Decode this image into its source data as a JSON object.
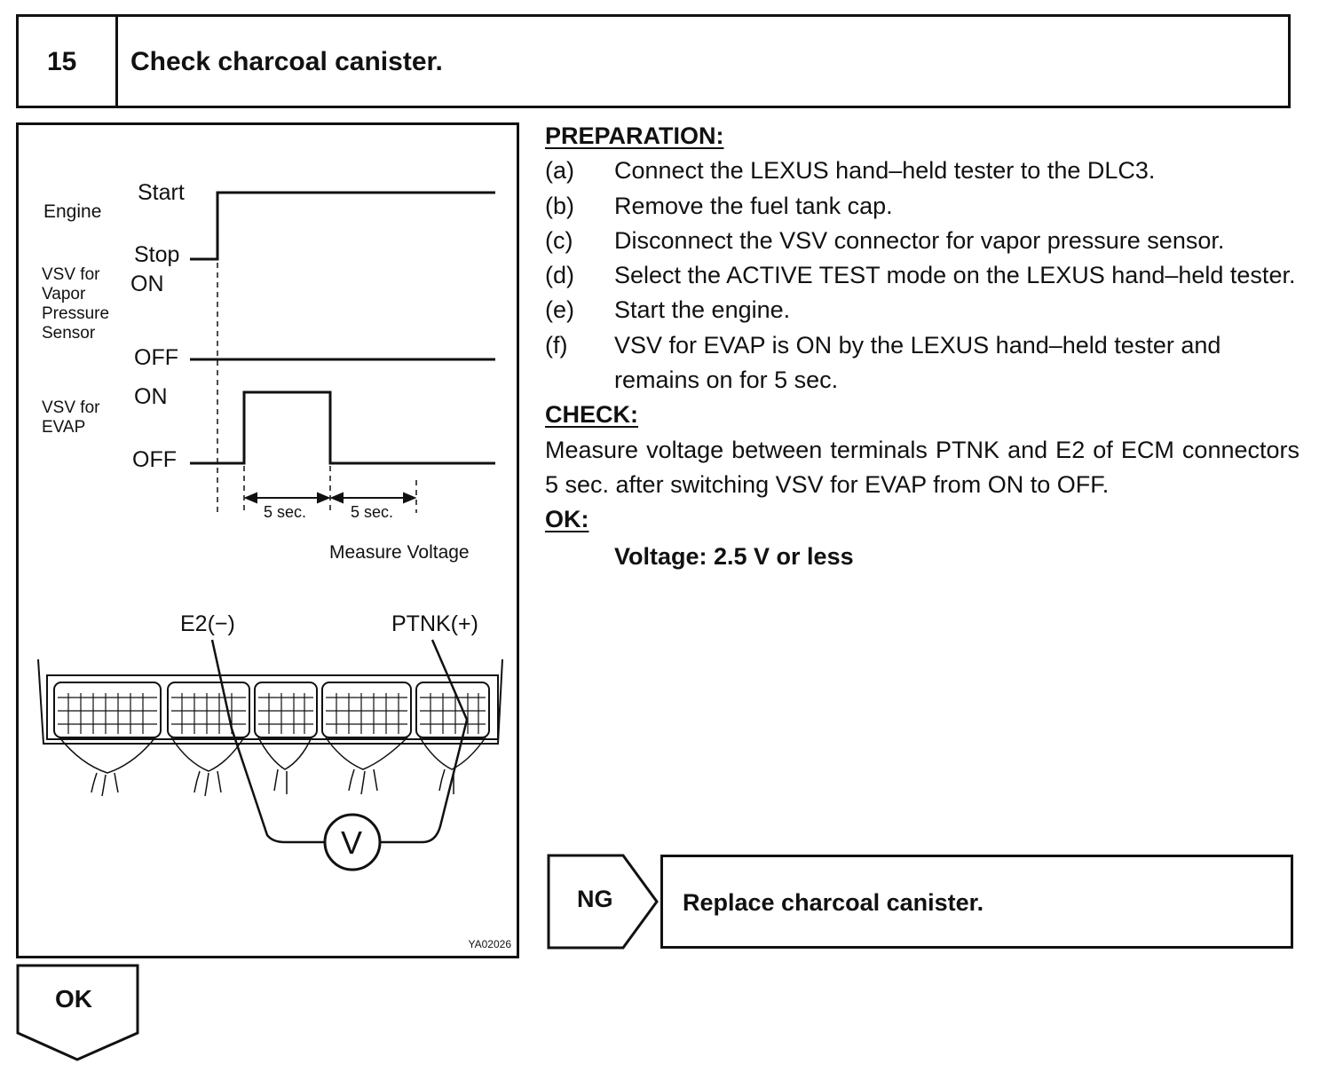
{
  "header": {
    "step_number": "15",
    "title": "Check charcoal canister."
  },
  "figure": {
    "labels": {
      "engine": "Engine",
      "start": "Start",
      "stop": "Stop",
      "vsv_vapor": [
        "VSV for",
        "Vapor",
        "Pressure",
        "Sensor"
      ],
      "on_1": "ON",
      "off_1": "OFF",
      "vsv_evap": [
        "VSV for",
        "EVAP"
      ],
      "on_2": "ON",
      "off_2": "OFF",
      "dur_1": "5 sec.",
      "dur_2": "5 sec.",
      "measure": "Measure Voltage",
      "e2": "E2(−)",
      "ptnk": "PTNK(+)",
      "meter": "V"
    },
    "code": "YA02026"
  },
  "preparation": {
    "heading": "PREPARATION:",
    "steps": [
      {
        "label": "(a)",
        "text": "Connect the LEXUS hand–held tester to the DLC3."
      },
      {
        "label": "(b)",
        "text": "Remove the fuel tank cap."
      },
      {
        "label": "(c)",
        "text": "Disconnect the VSV connector for vapor pressure sensor."
      },
      {
        "label": "(d)",
        "text": "Select the ACTIVE TEST mode on the LEXUS hand–held tester."
      },
      {
        "label": "(e)",
        "text": "Start the engine."
      },
      {
        "label": "(f)",
        "text": "VSV for EVAP is ON by the LEXUS hand–held tester and remains on for 5 sec."
      }
    ]
  },
  "check": {
    "heading": "CHECK:",
    "text": "Measure voltage between terminals PTNK and E2 of ECM connectors 5 sec. after switching VSV for EVAP from ON to OFF."
  },
  "ok": {
    "heading": "OK:",
    "value": "Voltage:  2.5 V or less"
  },
  "ng": {
    "label": "NG",
    "action": "Replace charcoal canister."
  },
  "ok_arrow": {
    "label": "OK"
  }
}
